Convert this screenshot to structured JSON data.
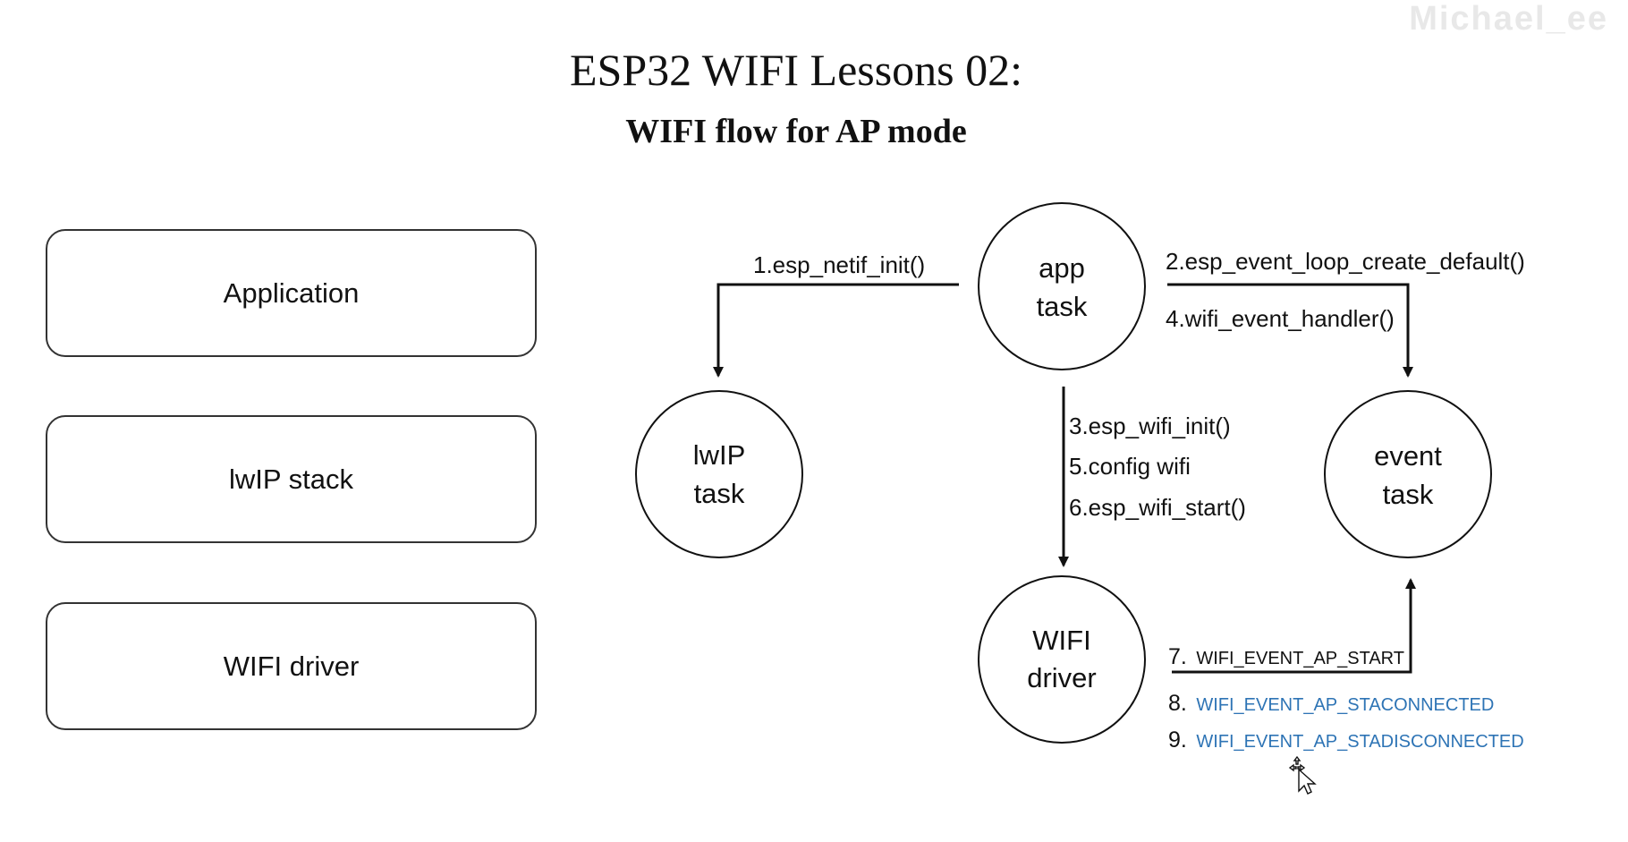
{
  "watermark": "Michael_ee",
  "title": "ESP32 WIFI Lessons 02:",
  "subtitle": "WIFI flow for AP mode",
  "layers": [
    {
      "label": "Application"
    },
    {
      "label": "lwIP stack"
    },
    {
      "label": "WIFI driver"
    }
  ],
  "nodes": {
    "app_task": {
      "line1": "app",
      "line2": "task"
    },
    "lwip_task": {
      "line1": "lwIP",
      "line2": "task"
    },
    "event_task": {
      "line1": "event",
      "line2": "task"
    },
    "wifi_driver": {
      "line1": "WIFI",
      "line2": "driver"
    }
  },
  "edges": {
    "netif_init": "1.esp_netif_init()",
    "event_loop": "2.esp_event_loop_create_default()",
    "event_handler": "4.wifi_event_handler()",
    "wifi_init": "3.esp_wifi_init()",
    "config_wifi": "5.config wifi",
    "wifi_start": "6.esp_wifi_start()"
  },
  "events": [
    {
      "num": "7.",
      "name": "WIFI_EVENT_AP_START",
      "color": "#111111"
    },
    {
      "num": "8.",
      "name": "WIFI_EVENT_AP_STACONNECTED",
      "color": "#2e74b5"
    },
    {
      "num": "9.",
      "name": "WIFI_EVENT_AP_STADISCONNECTED",
      "color": "#2e74b5"
    }
  ],
  "colors": {
    "stroke": "#111111",
    "event_blue": "#2e74b5",
    "background": "#ffffff"
  },
  "icons": {
    "cursor": "move-cursor-icon"
  }
}
